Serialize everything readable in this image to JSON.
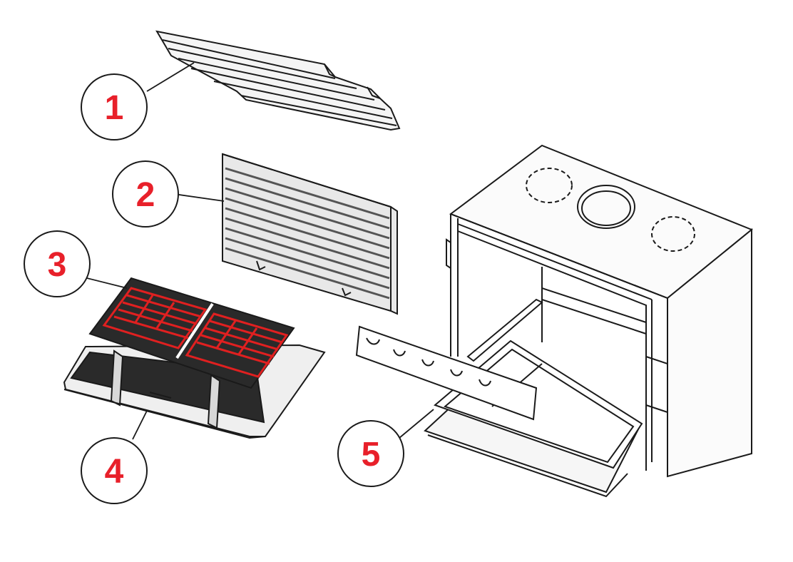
{
  "diagram": {
    "callouts": [
      {
        "id": "c1",
        "label": "1",
        "part": "top-baffle-plate"
      },
      {
        "id": "c2",
        "label": "2",
        "part": "back-fire-plate"
      },
      {
        "id": "c3",
        "label": "3",
        "part": "cast-iron-grate"
      },
      {
        "id": "c4",
        "label": "4",
        "part": "grate-base-frame"
      },
      {
        "id": "c5",
        "label": "5",
        "part": "ash-pan-drawer"
      }
    ],
    "colors": {
      "callout_text": "#e8202a",
      "line": "#1a1a1a",
      "grate_highlight": "#e02020",
      "grate_fill": "#2a2a2a"
    }
  }
}
